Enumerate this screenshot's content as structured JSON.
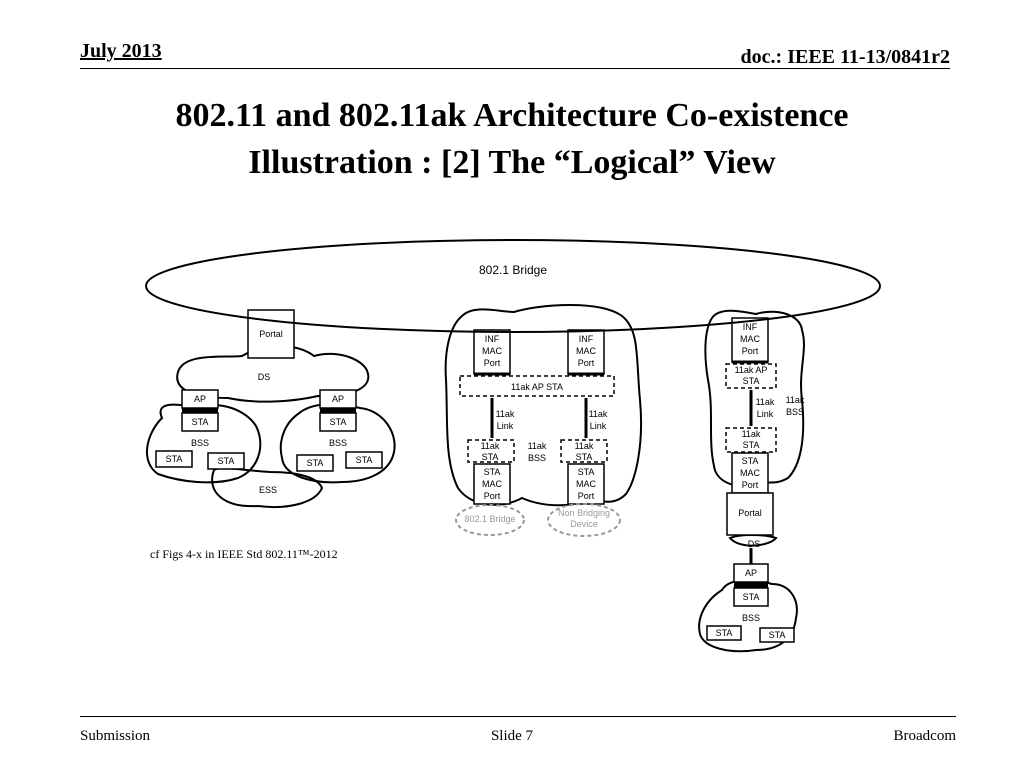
{
  "header": {
    "date": "July 2013",
    "doc": "doc.: IEEE 11-13/0841r2"
  },
  "title": {
    "line1": "802.11 and 802.11ak Architecture Co-existence",
    "line2": "Illustration : [2] The “Logical” View"
  },
  "diagram": {
    "bridge_label": "802.1 Bridge",
    "left": {
      "portal": "Portal",
      "ds": "DS",
      "ap": "AP",
      "sta": "STA",
      "bss": "BSS",
      "ess": "ESS"
    },
    "middle": {
      "inf_mac_port": [
        "INF",
        "MAC",
        "Port"
      ],
      "ap_sta": "11ak AP STA",
      "link": [
        "11ak",
        "Link"
      ],
      "bss": [
        "11ak",
        "BSS"
      ],
      "ak_sta": [
        "11ak",
        "STA"
      ],
      "sta_mac_port": [
        "STA",
        "MAC",
        "Port"
      ],
      "bridge_cloud": "802.1 Bridge",
      "nonbridging_cloud": [
        "Non Bridging",
        "Device"
      ]
    },
    "right": {
      "inf_mac_port": [
        "INF",
        "MAC",
        "Port"
      ],
      "ap_sta": [
        "11ak AP",
        "STA"
      ],
      "link": [
        "11ak",
        "Link"
      ],
      "bss": [
        "11ak",
        "BSS"
      ],
      "ak_sta": [
        "11ak",
        "STA"
      ],
      "sta_mac_port": [
        "STA",
        "MAC",
        "Port"
      ],
      "portal": "Portal",
      "ds": "DS",
      "ap": "AP",
      "sta": "STA",
      "bss_label": "BSS"
    }
  },
  "caption": "cf Figs 4-x in IEEE Std 802.11™-2012",
  "footer": {
    "left": "Submission",
    "center": "Slide 7",
    "right": "Broadcom"
  }
}
